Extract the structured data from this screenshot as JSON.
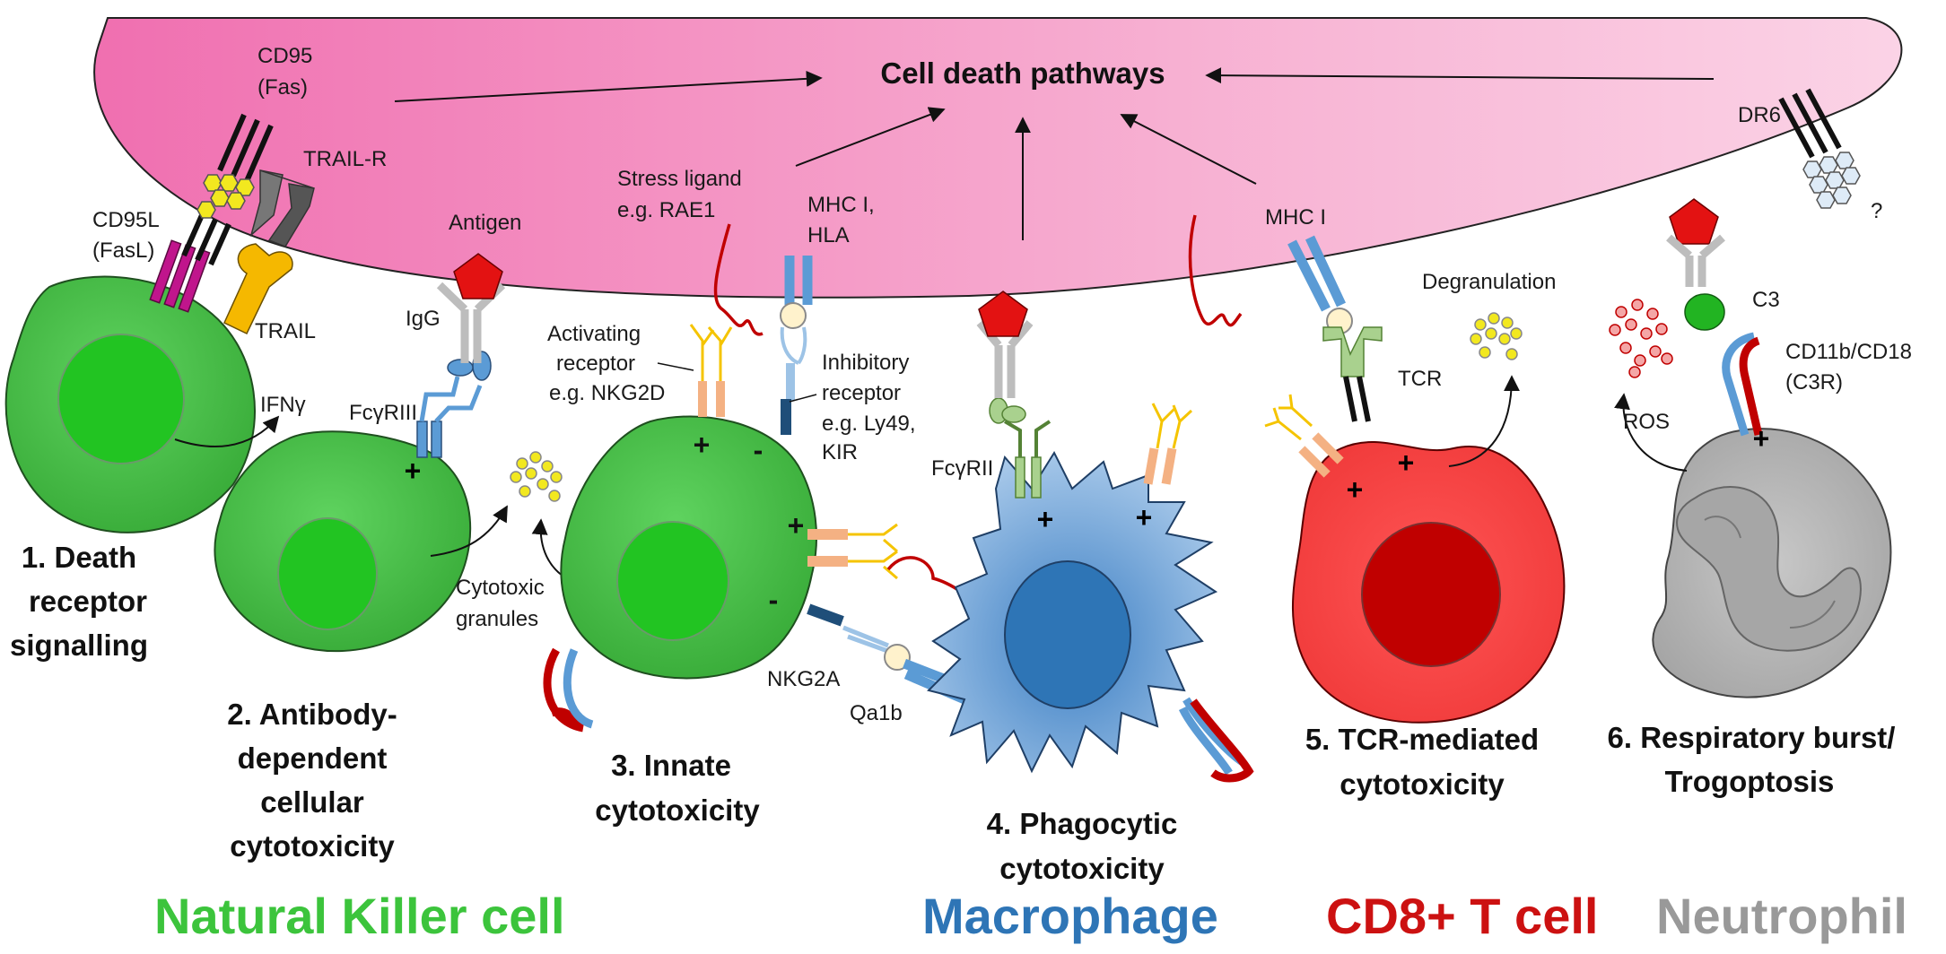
{
  "title": "Cell death pathways",
  "labels": {
    "cd95": [
      "CD95",
      "(Fas)"
    ],
    "trail_r": "TRAIL-R",
    "cd95l": [
      "CD95L",
      "(FasL)"
    ],
    "trail": "TRAIL",
    "ifng": "IFNγ",
    "antigen": "Antigen",
    "igg": "IgG",
    "fcgr3": "FcγRIII",
    "cytotoxic_granules": [
      "Cytotoxic",
      "granules"
    ],
    "stress_ligand": [
      "Stress ligand",
      "e.g. RAE1"
    ],
    "mhc_hla": [
      "MHC I,",
      "HLA"
    ],
    "activating": [
      "Activating",
      "receptor",
      "e.g. NKG2D"
    ],
    "inhibitory": [
      "Inhibitory",
      "receptor",
      "e.g. Ly49,",
      "KIR"
    ],
    "nkg2a": "NKG2A",
    "qa1b": "Qa1b",
    "fcgr2": "FcγRII",
    "mhc_i": "MHC I",
    "degranulation": "Degranulation",
    "tcr": "TCR",
    "dr6": "DR6",
    "question": "?",
    "c3": "C3",
    "cd11b": [
      "CD11b/CD18",
      "(C3R)"
    ],
    "ros": "ROS"
  },
  "mechanisms": [
    [
      "1. Death",
      "receptor",
      "signalling"
    ],
    [
      "2. Antibody-",
      "dependent",
      "cellular",
      "cytotoxicity"
    ],
    [
      "3. Innate",
      "cytotoxicity"
    ],
    [
      "4. Phagocytic",
      "cytotoxicity"
    ],
    [
      "5. TCR-mediated",
      "cytotoxicity"
    ],
    [
      "6. Respiratory burst/",
      "Trogoptosis"
    ]
  ],
  "cell_types": [
    {
      "name": "Natural Killer cell",
      "color": "#3cc43c"
    },
    {
      "name": "Macrophage",
      "color": "#2e75b6"
    },
    {
      "name": "CD8+ T cell",
      "color": "#cc1111"
    },
    {
      "name": "Neutrophil",
      "color": "#999999"
    }
  ],
  "signs": {
    "plus": "+",
    "minus": "-"
  },
  "colors": {
    "target_cell": "#f06fb0",
    "nk_cell": "#3cbf3c",
    "nk_nucleus": "#22c422",
    "macrophage": "#5b9bd5",
    "t_cell": "#e83030",
    "neutrophil": "#b5b5b5",
    "granule": "#f2e81f",
    "ros": "#f08080"
  }
}
